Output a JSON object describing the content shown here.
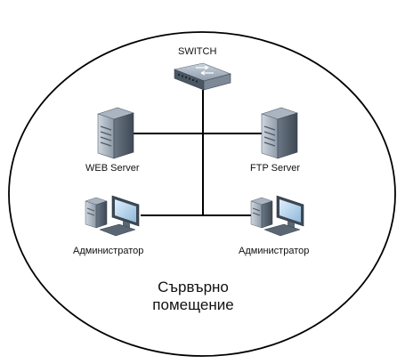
{
  "diagram": {
    "switch_label": "SWITCH",
    "nodes": [
      {
        "label": "WEB Server",
        "icon": "server-icon"
      },
      {
        "label": "FTP Server",
        "icon": "server-icon"
      },
      {
        "label": "Администратор",
        "icon": "workstation-icon"
      },
      {
        "label": "Администратор",
        "icon": "workstation-icon"
      }
    ],
    "room_label_line1": "Сървърно",
    "room_label_line2": "помещение"
  }
}
